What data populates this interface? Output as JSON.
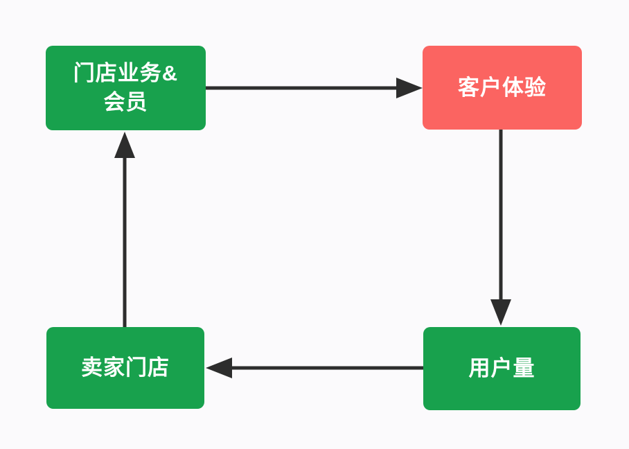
{
  "diagram": {
    "title": "store-business-cycle-flowchart",
    "nodes": [
      {
        "id": "store-business-members",
        "label": "门店业务&\n会员",
        "color": "#18a14d",
        "text_color": "#ffffff",
        "position": "top-left"
      },
      {
        "id": "customer-experience",
        "label": "客户体验",
        "color": "#fb6461",
        "text_color": "#ffffff",
        "position": "top-right"
      },
      {
        "id": "user-volume",
        "label": "用户量",
        "color": "#18a14d",
        "text_color": "#ffffff",
        "position": "bottom-right"
      },
      {
        "id": "seller-stores",
        "label": "卖家门店",
        "color": "#18a14d",
        "text_color": "#ffffff",
        "position": "bottom-left"
      }
    ],
    "edges": [
      {
        "from": "store-business-members",
        "to": "customer-experience",
        "direction": "right"
      },
      {
        "from": "customer-experience",
        "to": "user-volume",
        "direction": "down"
      },
      {
        "from": "user-volume",
        "to": "seller-stores",
        "direction": "left"
      },
      {
        "from": "seller-stores",
        "to": "store-business-members",
        "direction": "up"
      }
    ],
    "colors": {
      "green_node": "#18a14d",
      "red_node": "#fb6461",
      "arrow": "#2d2d2d",
      "background": "#fbfafc"
    }
  }
}
